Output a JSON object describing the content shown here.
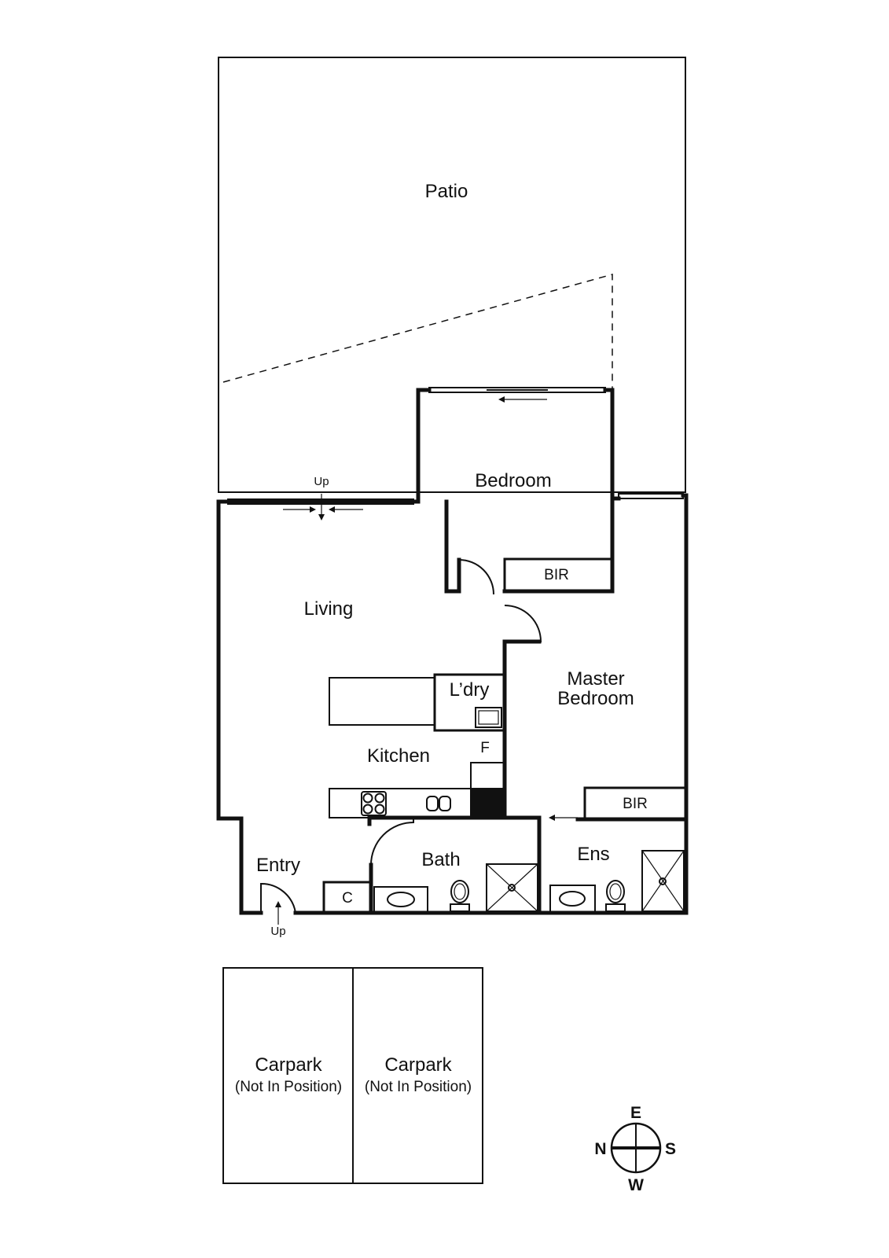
{
  "plan": {
    "rooms": {
      "patio": "Patio",
      "bedroom": "Bedroom",
      "bir_bedroom": "BIR",
      "living": "Living",
      "laundry": "L’dry",
      "master_line1": "Master",
      "master_line2": "Bedroom",
      "kitchen": "Kitchen",
      "fridge": "F",
      "bir_master": "BIR",
      "entry": "Entry",
      "cupboard": "C",
      "bath": "Bath",
      "ensuite": "Ens"
    },
    "stairs": {
      "living_up": "Up",
      "entry_up": "Up"
    },
    "carparks": [
      {
        "label": "Carpark",
        "note": "(Not In Position)"
      },
      {
        "label": "Carpark",
        "note": "(Not In Position)"
      }
    ],
    "compass": {
      "top": "E",
      "right": "S",
      "bottom": "W",
      "left": "N"
    }
  }
}
